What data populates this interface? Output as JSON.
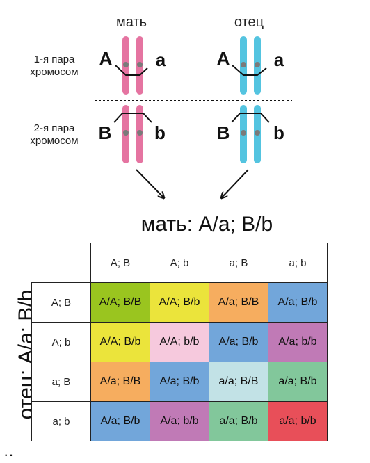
{
  "top": {
    "mother_label": "мать",
    "father_label": "отец",
    "pair1_line1": "1-я пара",
    "pair1_line2": "хромосом",
    "pair2_line1": "2-я пара",
    "pair2_line2": "хромосом",
    "alleles": {
      "mother_pair1_left": "A",
      "mother_pair1_right": "a",
      "father_pair1_left": "A",
      "father_pair1_right": "a",
      "mother_pair2_left": "B",
      "mother_pair2_right": "b",
      "father_pair2_left": "B",
      "father_pair2_right": "b"
    }
  },
  "colors": {
    "mother_chromosome": "#e574a1",
    "father_chromosome": "#54c4e0",
    "centromere": "#7a7a7a"
  },
  "grid": {
    "mother_genotype": "мать: A/a; B/b",
    "father_genotype": "отец: A/a; B/b",
    "column_headers": [
      "A; B",
      "A; b",
      "a; B",
      "a; b"
    ],
    "row_headers": [
      "A; B",
      "A; b",
      "a; B",
      "a; b"
    ],
    "rows": [
      [
        {
          "text": "A/A; B/B",
          "color": "#9ac51f"
        },
        {
          "text": "A/A; B/b",
          "color": "#ebe43b"
        },
        {
          "text": "A/a; B/B",
          "color": "#f6ad5f"
        },
        {
          "text": "A/a; B/b",
          "color": "#72a6da"
        }
      ],
      [
        {
          "text": "A/A; B/b",
          "color": "#ebe43b"
        },
        {
          "text": "A/A; b/b",
          "color": "#f6c9dd"
        },
        {
          "text": "A/a; B/b",
          "color": "#72a6da"
        },
        {
          "text": "A/a; b/b",
          "color": "#c07ab6"
        }
      ],
      [
        {
          "text": "A/a; B/B",
          "color": "#f6ad5f"
        },
        {
          "text": "A/a; B/b",
          "color": "#72a6da"
        },
        {
          "text": "a/a; B/B",
          "color": "#c2e2e6"
        },
        {
          "text": "a/a; B/b",
          "color": "#82c79b"
        }
      ],
      [
        {
          "text": "A/a; B/b",
          "color": "#72a6da"
        },
        {
          "text": "A/a; b/b",
          "color": "#c07ab6"
        },
        {
          "text": "a/a; B/b",
          "color": "#82c79b"
        },
        {
          "text": "a/a; b/b",
          "color": "#e84f59"
        }
      ]
    ]
  },
  "footer_mark": "··"
}
